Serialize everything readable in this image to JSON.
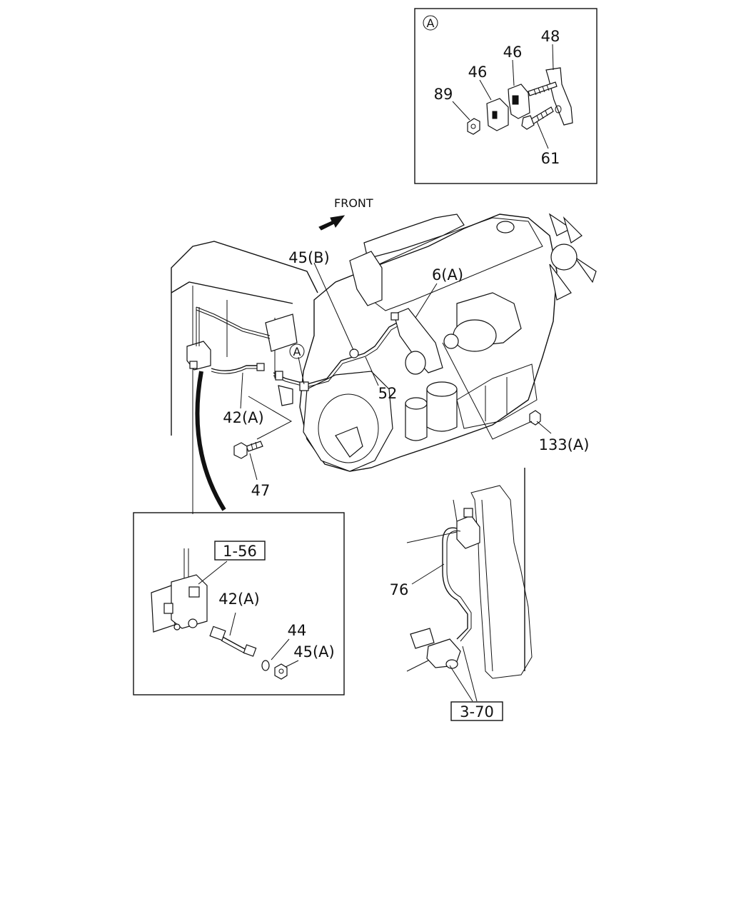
{
  "labels": {
    "inset_a_marker": "A",
    "p48": "48",
    "p46_top": "46",
    "p46_mid": "46",
    "p89": "89",
    "p61": "61",
    "front": "FRONT",
    "p45b": "45(B)",
    "p6a": "6(A)",
    "marker_a": "A",
    "p52": "52",
    "p42a_main": "42(A)",
    "p133a": "133(A)",
    "p47": "47",
    "ref_1_56": "1-56",
    "p42a_inset": "42(A)",
    "p44": "44",
    "p45a": "45(A)",
    "p76": "76",
    "ref_3_70": "3-70"
  }
}
